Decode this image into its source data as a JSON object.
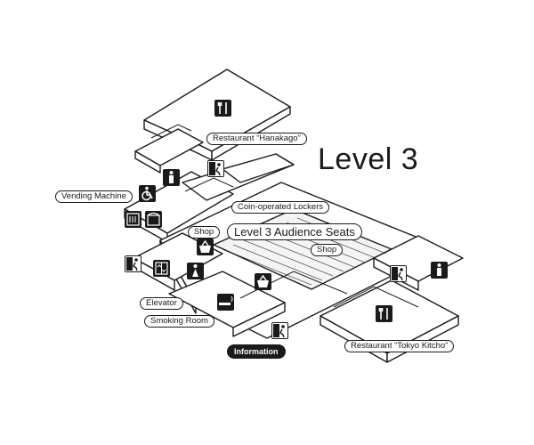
{
  "floor": {
    "title": "Level 3"
  },
  "labels": {
    "restaurant_hanakago": "Restaurant “Hanakago”",
    "vending_machine": "Vending Machine",
    "coin_lockers": "Coin-operated Lockers",
    "audience_seats": "Level 3 Audience Seats",
    "shop_left": "Shop",
    "shop_right": "Shop",
    "elevator": "Elevator",
    "smoking_room": "Smoking Room",
    "information": "Information",
    "restaurant_tokyo_kitcho": "Restaurant “Tokyo Kitcho”"
  },
  "icons": [
    "restaurant-icon",
    "restroom-icon",
    "emergency-exit-icon",
    "wheelchair-icon",
    "vending-machine-icon",
    "coin-locker-icon",
    "shop-basket-icon",
    "elevator-icon",
    "smoking-icon",
    "information-icon"
  ]
}
